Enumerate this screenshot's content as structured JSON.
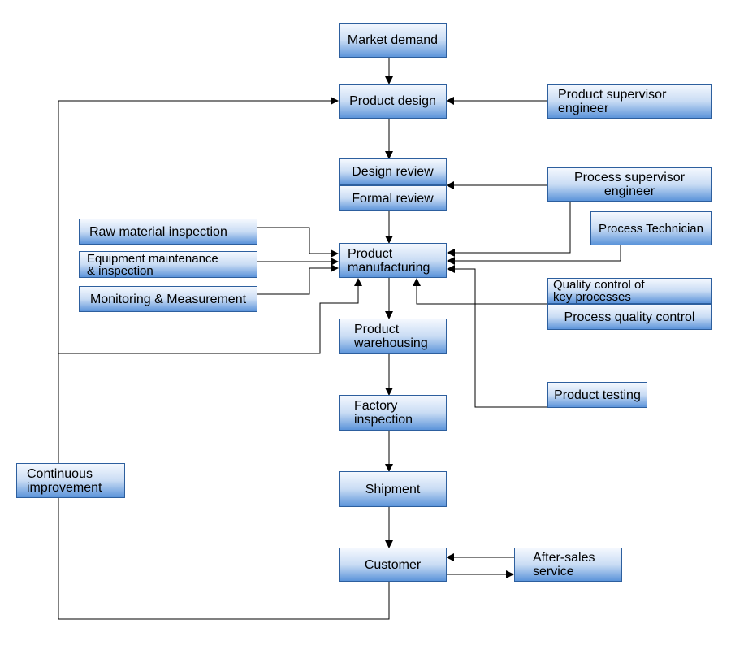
{
  "nodes": {
    "market_demand": "Market demand",
    "product_design": "Product design",
    "product_supervisor_engineer": "Product supervisor\nengineer",
    "design_review": "Design review",
    "formal_review": "Formal review",
    "process_supervisor_engineer": "Process supervisor\nengineer",
    "raw_material_inspection": "Raw material inspection",
    "process_technician": "Process Technician",
    "equipment_maintenance": "Equipment maintenance\n& inspection",
    "product_manufacturing": "Product\nmanufacturing",
    "monitoring_measurement": "Monitoring & Measurement",
    "quality_control_key": "Quality control of\nkey processes",
    "process_quality_control": "Process quality control",
    "product_warehousing": "Product\nwarehousing",
    "product_testing": "Product testing",
    "factory_inspection": "Factory\ninspection",
    "continuous_improvement": "Continuous\nimprovement",
    "shipment": "Shipment",
    "customer": "Customer",
    "after_sales_service": "After-sales\nservice"
  },
  "colors": {
    "box_border": "#2d5f9e",
    "box_gradient_top": "#f4f8fe",
    "box_gradient_bottom": "#5c94da",
    "connector": "#000000"
  }
}
